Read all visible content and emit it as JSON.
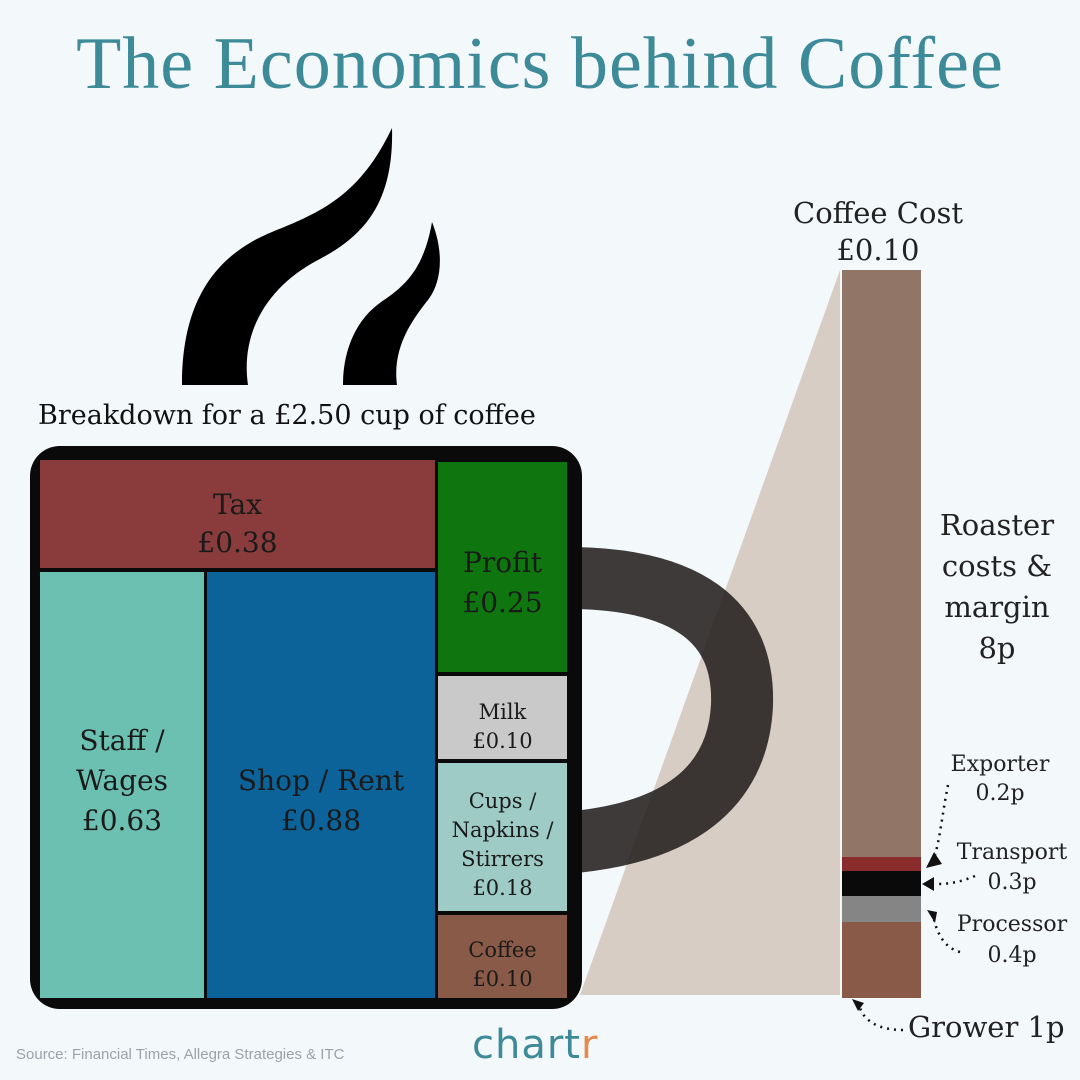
{
  "title": "The Economics behind Coffee",
  "subtitle": "Breakdown for a £2.50 cup of coffee",
  "source": "Source: Financial Times, Allegra Strategies & ITC",
  "brand": {
    "main": "chart",
    "accent": "r"
  },
  "chart_data": [
    {
      "type": "treemap",
      "title": "Breakdown for a £2.50 cup of coffee",
      "total": 2.5,
      "unit": "£",
      "items": [
        {
          "id": "tax",
          "label": "Tax",
          "value_label": "£0.38",
          "value": 0.38,
          "color": "#893c3b"
        },
        {
          "id": "staff",
          "label": "Staff / Wages",
          "value_label": "£0.63",
          "value": 0.63,
          "color": "#6cc0b1"
        },
        {
          "id": "shop",
          "label": "Shop / Rent",
          "value_label": "£0.88",
          "value": 0.88,
          "color": "#0c6399"
        },
        {
          "id": "profit",
          "label": "Profit",
          "value_label": "£0.25",
          "value": 0.25,
          "color": "#0f750f"
        },
        {
          "id": "milk",
          "label": "Milk",
          "value_label": "£0.10",
          "value": 0.1,
          "color": "#c9c9c9"
        },
        {
          "id": "cups",
          "label": "Cups / Napkins / Stirrers",
          "value_label": "£0.18",
          "value": 0.18,
          "color": "#9ecbc6"
        },
        {
          "id": "coffee",
          "label": "Coffee",
          "value_label": "£0.10",
          "value": 0.1,
          "color": "#8a5a48"
        }
      ]
    },
    {
      "type": "bar",
      "title": "Coffee Cost",
      "total_label": "£0.10",
      "unit": "p",
      "segments": [
        {
          "id": "grower",
          "label": "Grower 1p",
          "value": 1.0,
          "color": "#8a5a48"
        },
        {
          "id": "processor",
          "label": "Processor 0.4p",
          "value": 0.4,
          "color": "#858585"
        },
        {
          "id": "transport",
          "label": "Transport 0.3p",
          "value": 0.3,
          "color": "#0a0a0a"
        },
        {
          "id": "exporter",
          "label": "Exporter 0.2p",
          "value": 0.2,
          "color": "#8a2c2c"
        },
        {
          "id": "roaster",
          "label": "Roaster costs & margin 8p",
          "value": 8.1,
          "color": "#917566"
        }
      ]
    }
  ]
}
